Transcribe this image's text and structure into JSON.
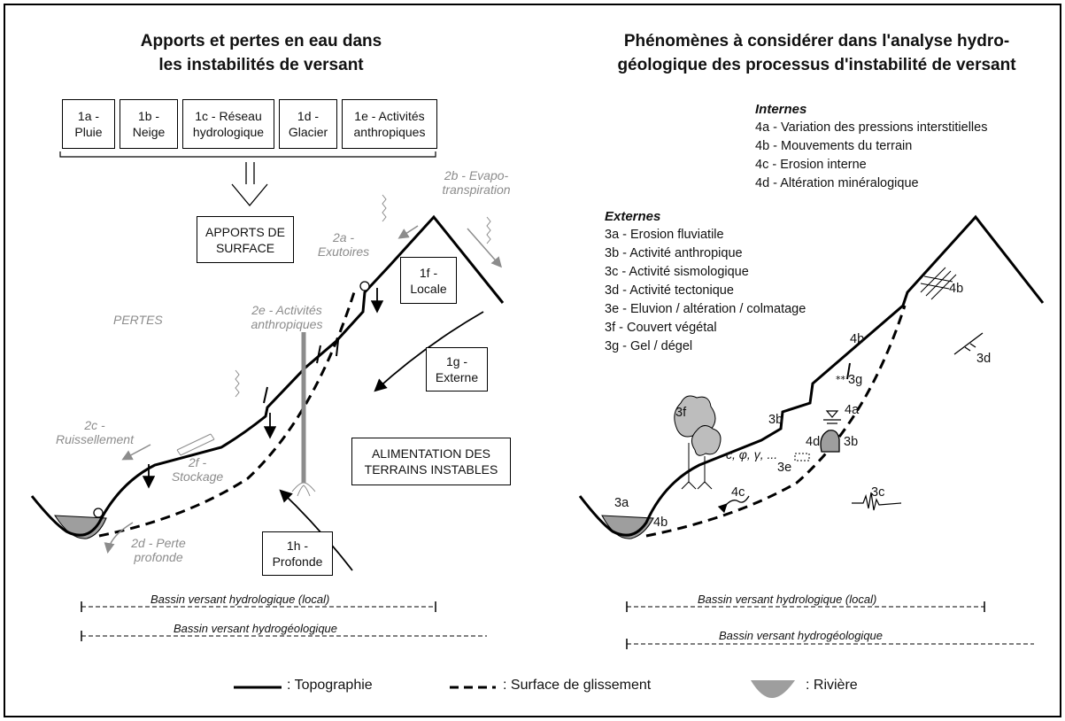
{
  "left": {
    "title_line1": "Apports et pertes en eau dans",
    "title_line2": "les instabilités de versant",
    "inputs": [
      {
        "l1": "1a -",
        "l2": "Pluie"
      },
      {
        "l1": "1b -",
        "l2": "Neige"
      },
      {
        "l1": "1c - Réseau",
        "l2": "hydrologique"
      },
      {
        "l1": "1d -",
        "l2": "Glacier"
      },
      {
        "l1": "1e - Activités",
        "l2": "anthropiques"
      }
    ],
    "apports_l1": "APPORTS DE",
    "apports_l2": "SURFACE",
    "pertes": "PERTES",
    "evapo_l1": "2b - Evapo-",
    "evapo_l2": "transpiration",
    "exutoires_l1": "2a -",
    "exutoires_l2": "Exutoires",
    "locale_l1": "1f -",
    "locale_l2": "Locale",
    "activites_l1": "2e - Activités",
    "activites_l2": "anthropiques",
    "externe_l1": "1g -",
    "externe_l2": "Externe",
    "ruissellement_l1": "2c -",
    "ruissellement_l2": "Ruissellement",
    "stockage_l1": "2f -",
    "stockage_l2": "Stockage",
    "alimentation_l1": "ALIMENTATION DES",
    "alimentation_l2": "TERRAINS INSTABLES",
    "perte_l1": "2d - Perte",
    "perte_l2": "profonde",
    "profonde_l1": "1h -",
    "profonde_l2": "Profonde",
    "basin_local": "Bassin versant hydrologique (local)",
    "basin_hydro": "Bassin versant hydrogéologique"
  },
  "right": {
    "title_line1": "Phénomènes à considérer dans l'analyse hydro-",
    "title_line2": "géologique des processus d'instabilité de versant",
    "internes_heading": "Internes",
    "internes": [
      "4a - Variation des pressions interstitielles",
      "4b - Mouvements du terrain",
      "4c - Erosion interne",
      "4d - Altération minéralogique"
    ],
    "externes_heading": "Externes",
    "externes": [
      "3a - Erosion fluviatile",
      "3b - Activité anthropique",
      "3c - Activité sismologique",
      "3d - Activité tectonique",
      "3e - Eluvion / altération / colmatage",
      "3f  - Couvert végétal",
      "3g - Gel / dégel"
    ],
    "markers": {
      "m4b_top": "4b",
      "m3d": "3d",
      "m4b_mid": "4b",
      "m3g": "3g",
      "m3b_step": "3b",
      "m4a": "4a",
      "m3f": "3f",
      "m4d": "4d",
      "m3b_rock": "3b",
      "m3e": "3e",
      "params": "c, φ, γ, ...",
      "m4c": "4c",
      "m3c": "3c",
      "m3a": "3a",
      "m4b_bottom": "4b"
    },
    "basin_local": "Bassin versant hydrologique (local)",
    "basin_hydro": "Bassin versant hydrogéologique"
  },
  "legend": {
    "topographie": ": Topographie",
    "glissement": ": Surface de glissement",
    "riviere": ": Rivière"
  },
  "colors": {
    "line": "#000000",
    "grey": "#8c8c8c",
    "river": "#9e9e9e"
  }
}
